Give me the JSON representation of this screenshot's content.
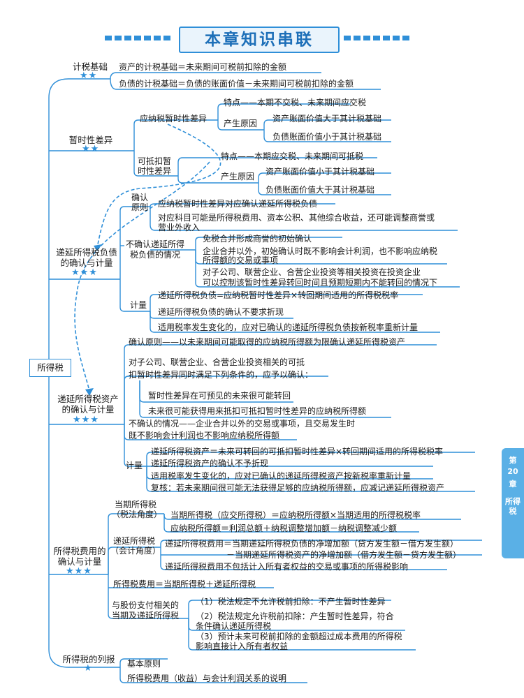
{
  "title": "本章知识串联",
  "root": "所得税",
  "side_tab": {
    "chapter": "第",
    "number": "20",
    "unit": "章",
    "name": "所得税"
  },
  "tax_base": {
    "label": "计税基础",
    "stars": "★★",
    "asset": "资产的计税基础＝未来期间可税前扣除的金额",
    "liability": "负债的计税基础＝负债的账面价值－未来期间可税前扣除的金额"
  },
  "temp_diff": {
    "label": "暂时性差异",
    "stars": "★★",
    "taxable": {
      "label": "应纳税暂时性差异",
      "feature": "特点——本期不交税、未来期间应交税",
      "cause_label": "产生原因",
      "cause_1": "资产账面价值大于其计税基础",
      "cause_2": "负债账面价值小于其计税基础"
    },
    "deductible": {
      "label_1": "可抵扣暂",
      "label_2": "时性差异",
      "feature": "特点——本期应交税、未来期间可抵税",
      "cause_label": "产生原因",
      "cause_1": "资产账面价值小于其计税基础",
      "cause_2": "负债账面价值大于其计税基础"
    }
  },
  "dtl": {
    "label_1": "递延所得税负债",
    "label_2": "的确认与计量",
    "stars": "★★★",
    "principle_label_1": "确认",
    "principle_label_2": "原则",
    "principle_1": "应纳税暂时性差异对应确认递延所得税负债",
    "principle_2": "对应科目可能是所得税费用、资本公积、其他综合收益，还可能调整商誉或",
    "principle_3": "营业外收入",
    "nonrecog_label_1": "不确认递延所得",
    "nonrecog_label_2": "税负债的情况",
    "nonrecog_1": "免税合并形成商誉的初始确认",
    "nonrecog_2": "企业合并以外，初始确认时既不影响会计利润，也不影响应纳税",
    "nonrecog_3": "所得额的交易或事项",
    "nonrecog_4": "对子公司、联营企业、合营企业投资等相关投资在投资企业",
    "nonrecog_5": "可以控制该暂时性差异转回时间且预期短期内不能转回的情况下",
    "measure_label": "计量",
    "measure_1": "递延所得税负债=应纳税暂时性差异×转回期间适用的所得税税率",
    "measure_2": "递延所得税负债的确认不要求折现",
    "measure_3": "适用税率发生变化的，应对已确认的递延所得税负债按新税率重新计量"
  },
  "dta": {
    "label_1": "递延所得税资产",
    "label_2": "的确认与计量",
    "stars": "★★★",
    "principle": "确认原则——以未来期间可能取得的应纳税所得额为限确认递延所得税资产",
    "sub_1": "对子公司、联营企业、合营企业投资相关的可抵",
    "sub_2": "扣暂时性差异同时满足下列条件的，应予以确认：",
    "cond_1": "暂时性差异在可预见的未来很可能转回",
    "cond_2": "未来很可能获得用来抵扣可抵扣暂时性差异的应纳税所得额",
    "nonrecog_1": "不确认的情况——企业合并以外的交易或事项，且交易发生时",
    "nonrecog_2": "既不影响会计利润也不影响应纳税所得额",
    "measure_label": "计量",
    "measure_1": "递延所得税资产＝未来可转回的可抵扣暂时性差异×转回期间适用的所得税税率",
    "measure_2": "递延所得税资产的确认不予折现",
    "measure_3": "适用税率发生变化的，应对已确认的递延所得税资产按新税率重新计量",
    "measure_4": "复核：若未来期间很可能无法获得足够的应纳税所得额，应减记递延所得税资产"
  },
  "expense": {
    "label_1": "所得税费用的",
    "label_2": "确认与计量",
    "stars": "★★★",
    "current_label_1": "当期所得税",
    "current_label_2": "（税法角度）",
    "current_1": "当期所得税（应交所得税）＝应纳税所得额×当期适用的所得税税率",
    "current_2": "应纳税所得额＝利润总额＋纳税调整增加额－纳税调整减少额",
    "deferred_label_1": "递延所得税",
    "deferred_label_2": "（会计角度）",
    "deferred_1": "递延所得税费用＝当期递延所得税负债的净增加额（贷方发生额－借方发生额）",
    "deferred_2": "－当期递延所得税资产的净增加额（借方发生额－贷方发生额）",
    "deferred_3": "递延所得税费用不包括计入所有者权益的交易或事项的所得税影响",
    "total": "所得税费用＝当期所得税＋递延所得税",
    "share_label_1": "与股份支付相关的",
    "share_label_2": "当期及递延所得税",
    "share_1": "（1）税法规定不允许税前扣除：不产生暂时性差异",
    "share_2": "（2）税法规定允许税前扣除：产生暂时性差异，符合",
    "share_3": "条件确认递延所得税",
    "share_4": "（3）预计未来可税前扣除的金额超过成本费用的所得税",
    "share_5": "影响直接计入所有者权益"
  },
  "presentation": {
    "label": "所得税的列报",
    "stars": "★",
    "item_1": "基本原则",
    "item_2": "所得税费用（收益）与会计利润关系的说明"
  },
  "colors": {
    "accent": "#2f8fd8",
    "title": "#1d6fb8",
    "tab": "#5ab0e6"
  }
}
